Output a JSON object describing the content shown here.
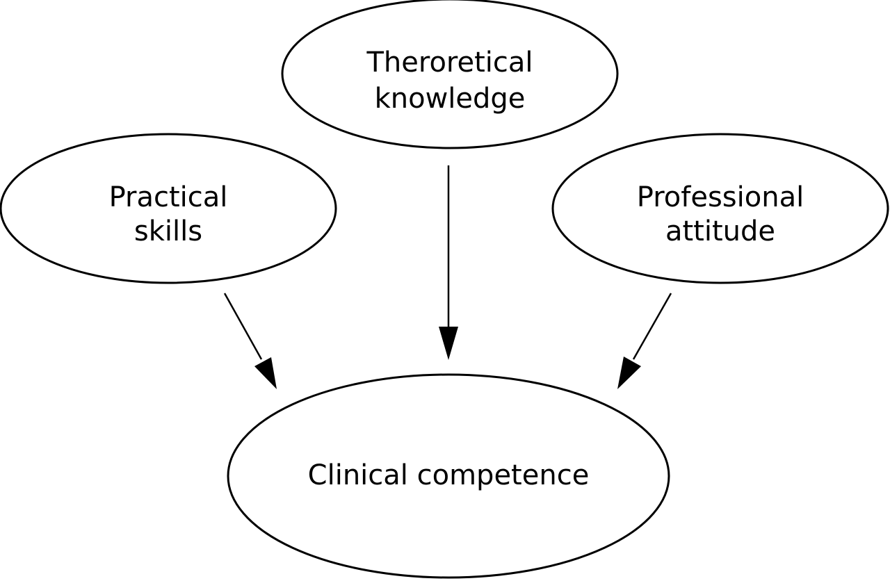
{
  "diagram": {
    "nodes": {
      "theoretical": {
        "line1": "Theroretical",
        "line2": "knowledge"
      },
      "practical": {
        "line1": "Practical",
        "line2": "skills"
      },
      "professional": {
        "line1": "Professional",
        "line2": "attitude"
      },
      "clinical": {
        "line1": "Clinical competence"
      }
    },
    "edges": [
      {
        "from": "practical",
        "to": "clinical"
      },
      {
        "from": "theoretical",
        "to": "clinical"
      },
      {
        "from": "professional",
        "to": "clinical"
      }
    ],
    "colors": {
      "stroke": "#000000",
      "fill": "#ffffff",
      "text": "#000000"
    }
  }
}
